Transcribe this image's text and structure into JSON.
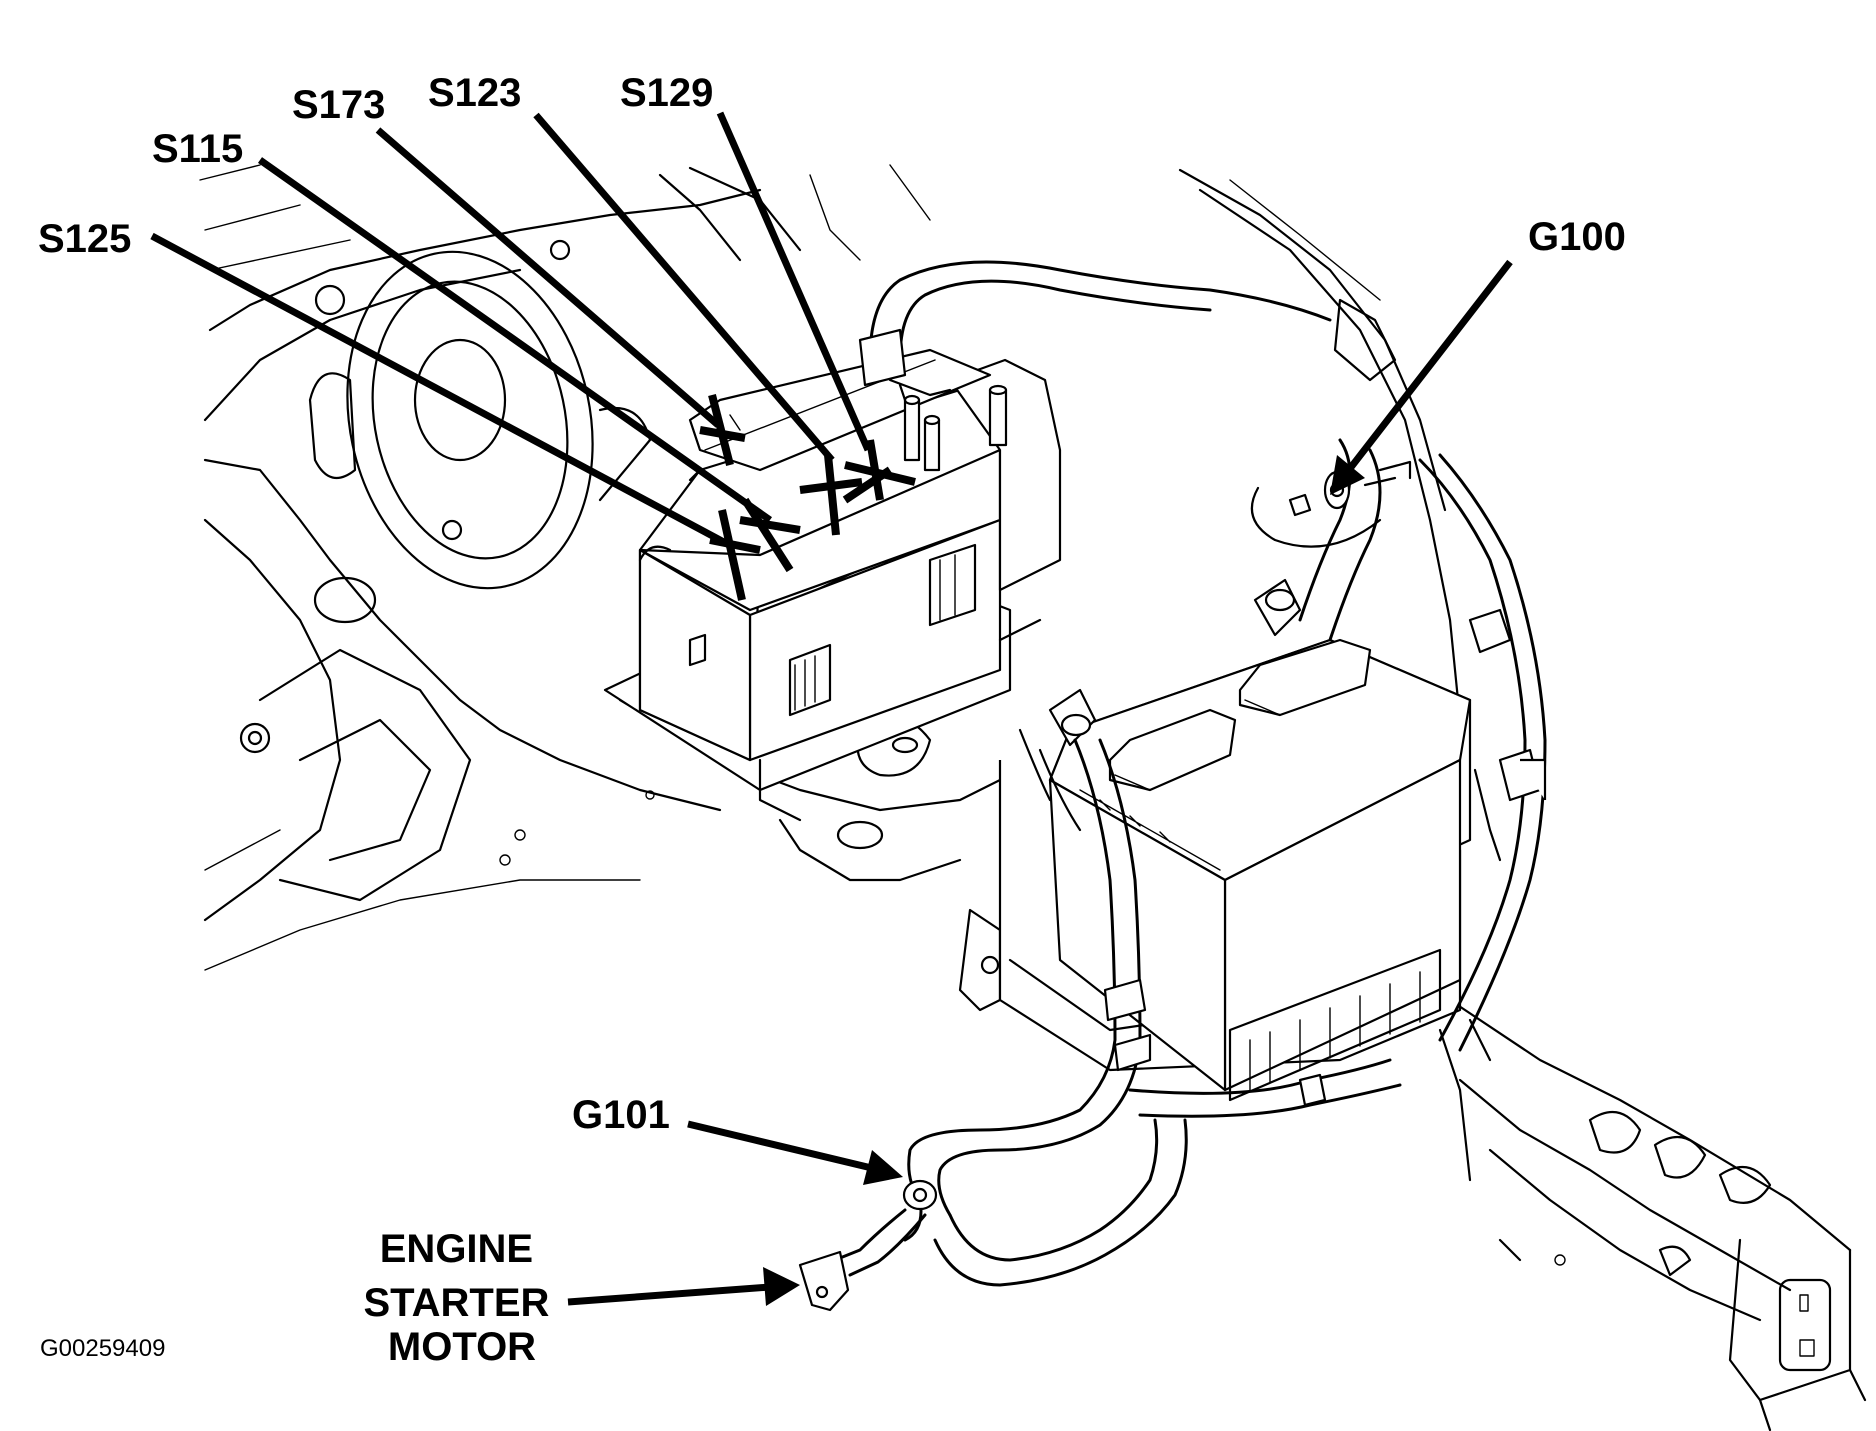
{
  "labels": {
    "s125": "S125",
    "s115": "S115",
    "s173": "S173",
    "s123": "S123",
    "s129": "S129",
    "g100": "G100",
    "g101": "G101",
    "engine_starter_motor": [
      "ENGINE",
      "STARTER",
      "MOTOR"
    ]
  },
  "figure_id": "G00259409",
  "colors": {
    "ink": "#000000",
    "paper": "#ffffff"
  }
}
